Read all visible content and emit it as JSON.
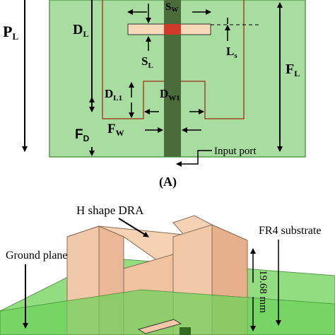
{
  "colors": {
    "substrate": "#a8dca0",
    "substrate_edge": "#5a9a50",
    "dra_outline": "#9a4a2a",
    "feedline": "#4a6b3a",
    "slot_bar": "#f5d9b8",
    "slot_patch": "#d03a2a",
    "dra_3d": "#f2c9a8",
    "dra_3d_edge": "#8a6a55",
    "substrate_3d": "#6fd35a"
  },
  "top_view": {
    "labels": {
      "p_main": "P",
      "p_sub": "L",
      "d_main": "D",
      "d_sub": "L",
      "f_main": "F",
      "f_sub": "L",
      "sw_main": "S",
      "sw_sub": "W",
      "sl_main": "S",
      "sl_sub": "L",
      "ls_main": "L",
      "ls_sub": "s",
      "dl1_main": "D",
      "dl1_sub": "L1",
      "dw1_main": "D",
      "dw1_sub": "W1",
      "fw_main": "F",
      "fw_sub": "W",
      "fd_main": "F",
      "fd_sub": "D",
      "input_port": "Input port"
    },
    "caption": "(A)"
  },
  "view_3d": {
    "labels": {
      "dra": "H shape DRA",
      "substrate": "FR4 substrate",
      "ground": "Ground plane",
      "height": "19.68 mm"
    }
  }
}
